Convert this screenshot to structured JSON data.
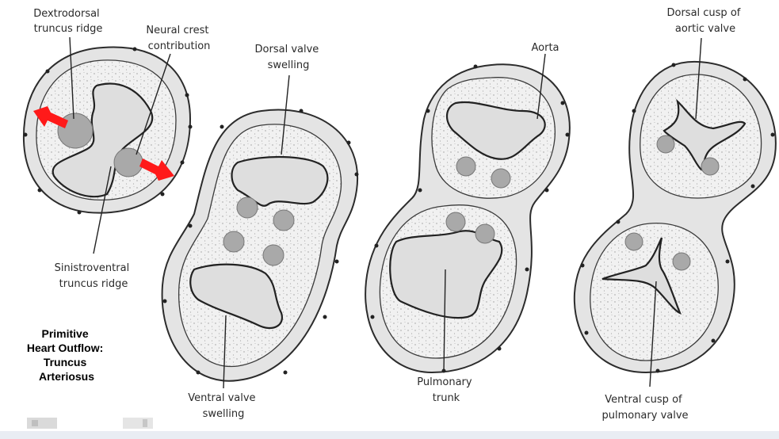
{
  "labels": {
    "dextrodorsal": [
      "Dextrodorsal",
      "truncus ridge"
    ],
    "neural_crest": [
      "Neural crest",
      "contribution"
    ],
    "dorsal_valve": [
      "Dorsal valve",
      "swelling"
    ],
    "aorta": [
      "Aorta"
    ],
    "dorsal_cusp": [
      "Dorsal cusp of",
      "aortic valve"
    ],
    "sinistroventral": [
      "Sinistroventral",
      "truncus ridge"
    ],
    "ventral_valve": [
      "Ventral valve",
      "swelling"
    ],
    "pulmonary_trunk": [
      "Pulmonary",
      "trunk"
    ],
    "ventral_cusp": [
      "Ventral cusp of",
      "pulmonary valve"
    ]
  },
  "caption": [
    "Primitive",
    "Heart Outflow:",
    "Truncus",
    "Arteriosus"
  ],
  "colors": {
    "arrow": "#ff1a1a",
    "outline": "#2c2c2c",
    "fill": "#e4e4e4",
    "swelling": "#a9a9a9"
  }
}
